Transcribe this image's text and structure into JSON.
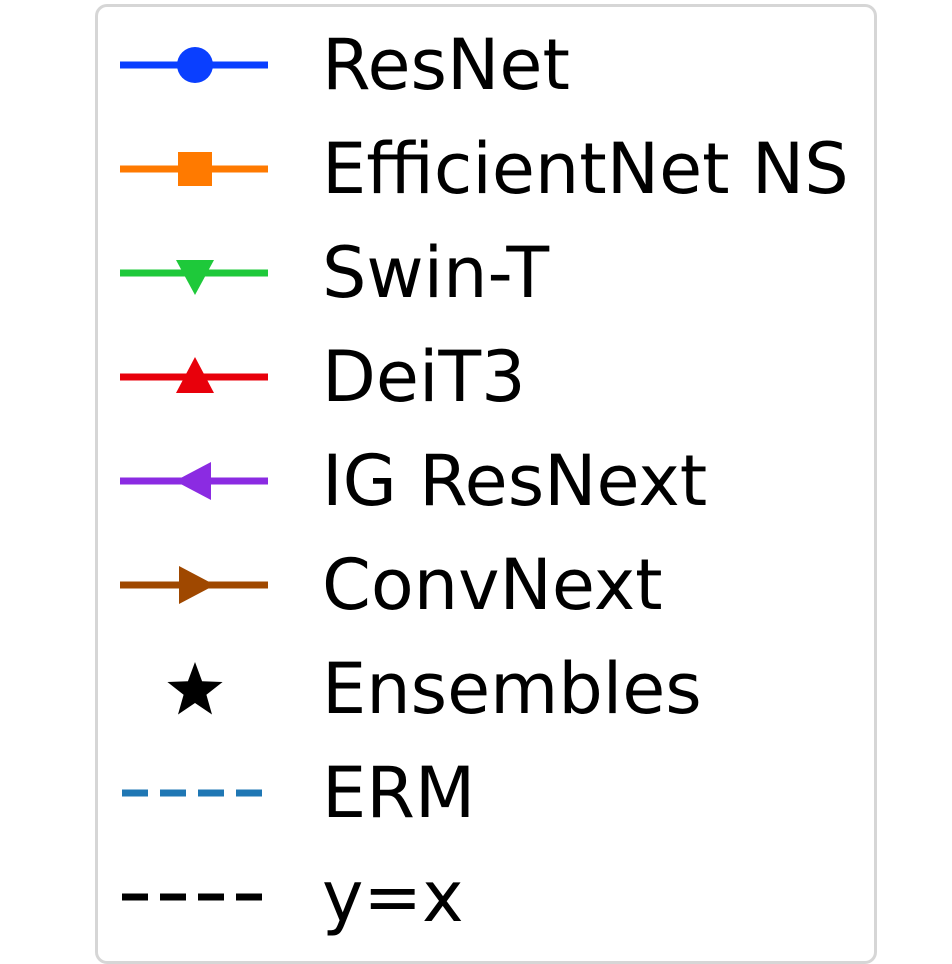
{
  "chart_data": {
    "type": "legend",
    "legend": [
      {
        "label": "ResNet",
        "color": "#0a3fff",
        "marker": "circle",
        "line": "solid"
      },
      {
        "label": "EfficientNet NS",
        "color": "#ff7a00",
        "marker": "square",
        "line": "solid"
      },
      {
        "label": "Swin-T",
        "color": "#1ec93a",
        "marker": "triangle-down",
        "line": "solid"
      },
      {
        "label": "DeiT3",
        "color": "#e8000b",
        "marker": "triangle-up",
        "line": "solid"
      },
      {
        "label": "IG ResNext",
        "color": "#8b2be2",
        "marker": "triangle-left",
        "line": "solid"
      },
      {
        "label": "ConvNext",
        "color": "#9f4800",
        "marker": "triangle-right",
        "line": "solid"
      },
      {
        "label": "Ensembles",
        "color": "#000000",
        "marker": "star",
        "line": "none"
      },
      {
        "label": "ERM",
        "color": "#1f77b4",
        "marker": "none",
        "line": "dashed"
      },
      {
        "label": "y=x",
        "color": "#000000",
        "marker": "none",
        "line": "dashed"
      }
    ]
  }
}
